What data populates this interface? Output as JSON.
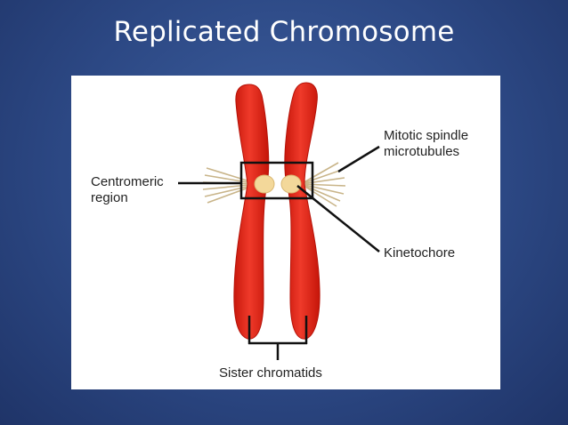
{
  "slide": {
    "title": "Replicated Chromosome"
  },
  "diagram": {
    "labels": {
      "centromeric_region": [
        "Centromeric",
        "region"
      ],
      "mitotic_spindle_microtubules": [
        "Mitotic spindle",
        "microtubules"
      ],
      "kinetochore": "Kinetochore",
      "sister_chromatids": "Sister chromatids"
    },
    "colors": {
      "chromatid": "#e0271b",
      "chromatid_edge": "#b51208",
      "kinetochore": "#f3d89a",
      "microtubule": "#c9b58a",
      "background": "#ffffff"
    }
  }
}
